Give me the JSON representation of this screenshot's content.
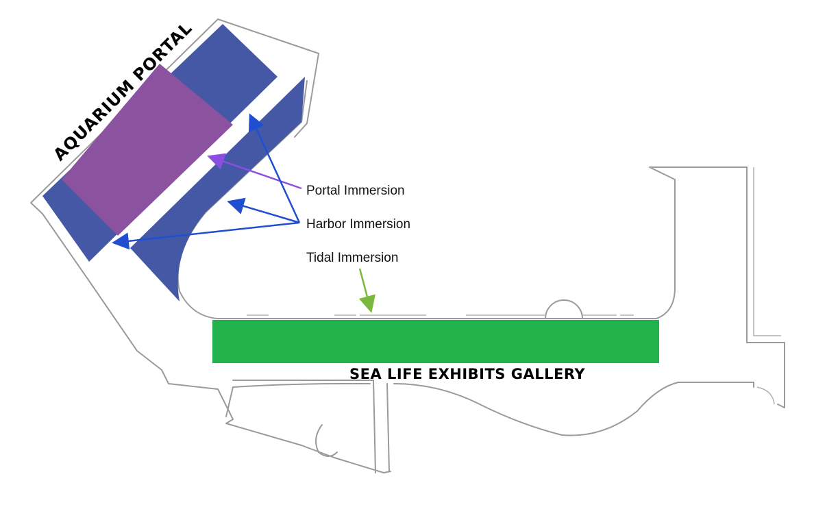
{
  "labels": {
    "portal_area": "AQUARIUM PORTAL",
    "gallery": "SEA LIFE EXHIBITS GALLERY",
    "callout_portal": "Portal Immersion",
    "callout_harbor": "Harbor Immersion",
    "callout_tidal": "Tidal Immersion"
  },
  "colors": {
    "harbor": "#4458a6",
    "portal": "#8b52a0",
    "tidal": "#22b24c",
    "portal_arrow": "#8a4fe0",
    "harbor_arrow": "#1f4fd0",
    "tidal_arrow": "#7ab840",
    "walls": "#9a9a9a"
  }
}
